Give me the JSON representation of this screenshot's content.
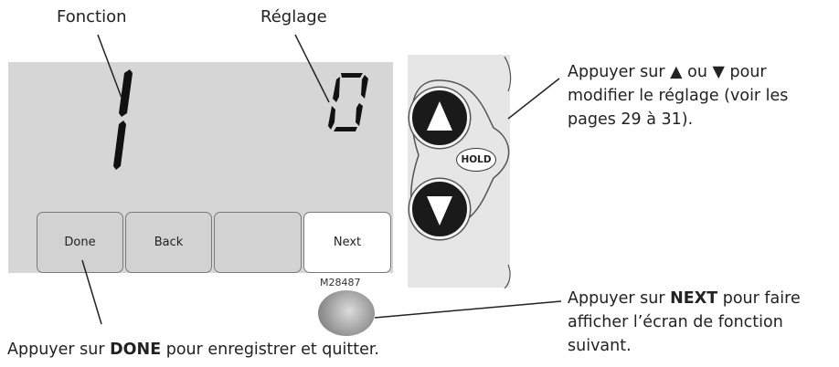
{
  "labels": {
    "function": "Fonction",
    "setting": "Réglage"
  },
  "display": {
    "function_value": "1",
    "setting_value": "0"
  },
  "softkeys": {
    "done": "Done",
    "back": "Back",
    "blank": "",
    "next": "Next"
  },
  "buttons": {
    "hold": "HOLD"
  },
  "model_number": "M28487",
  "callouts": {
    "arrows": {
      "pre": "Appuyer sur ▲ ou ▼ pour",
      "line2": "modifier le réglage (voir les",
      "line3": "pages 29 à 31)."
    },
    "next": {
      "pre": "Appuyer sur ",
      "key": "NEXT",
      "post": " pour faire",
      "line2": "afficher l’écran de fonction",
      "line3": "suivant."
    },
    "done": {
      "pre": "Appuyer sur ",
      "key": "DONE",
      "post": " pour enregistrer et quitter."
    }
  },
  "icons": [
    "up-arrow-icon",
    "down-arrow-icon"
  ],
  "colors": {
    "screen": "#d6d6d6",
    "button_dark": "#1a1a1a",
    "panel": "#e6e6e6"
  }
}
